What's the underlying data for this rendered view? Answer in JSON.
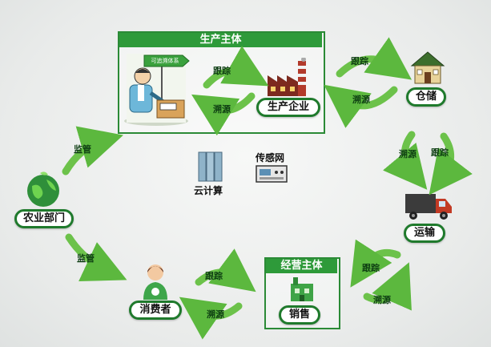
{
  "nodes": {
    "production_subject": "生产主体",
    "traceability_sign": "可追溯体系",
    "production_enterprise": "生产企业",
    "warehouse": "仓储",
    "transport": "运输",
    "business_subject": "经营主体",
    "sales": "销售",
    "consumer": "消费者",
    "agriculture_dept": "农业部门",
    "cloud_computing": "云计算",
    "sensor_network": "传感网"
  },
  "arrows": {
    "track": "跟踪",
    "trace": "溯源",
    "supervise": "监管"
  },
  "colors": {
    "frame_green": "#2b8a36",
    "title_green": "#2e9a3a",
    "arrow_green": "#6cc24a",
    "pill_border": "#1f7a2c"
  }
}
